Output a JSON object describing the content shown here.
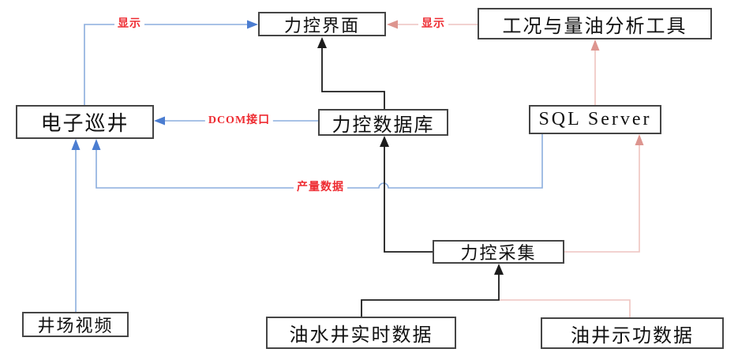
{
  "diagram": {
    "nodes": [
      {
        "id": "likong-jiemian",
        "label": "力控界面"
      },
      {
        "id": "gongkuang-tool",
        "label": "工况与量油分析工具"
      },
      {
        "id": "dianzi-xunjing",
        "label": "电子巡井"
      },
      {
        "id": "likong-shujuku",
        "label": "力控数据库"
      },
      {
        "id": "sql-server",
        "label": "SQL Server"
      },
      {
        "id": "likong-caiji",
        "label": "力控采集"
      },
      {
        "id": "jingchang-shipin",
        "label": "井场视频"
      },
      {
        "id": "youshuijing-shishi",
        "label": "油水井实时数据"
      },
      {
        "id": "youjing-shigong",
        "label": "油井示功数据"
      }
    ],
    "edge_labels": [
      {
        "id": "xianshi-left",
        "text": "显示"
      },
      {
        "id": "xianshi-right",
        "text": "显示"
      },
      {
        "id": "dcom",
        "text": "DCOM接口"
      },
      {
        "id": "chanliang",
        "text": "产量数据"
      }
    ],
    "edges": [
      {
        "from": "电子巡井",
        "to": "力控界面",
        "label": "显示",
        "color": "blue"
      },
      {
        "from": "工况与量油分析工具",
        "to": "力控界面",
        "label": "显示",
        "color": "pink"
      },
      {
        "from": "力控数据库",
        "to": "力控界面",
        "label": "",
        "color": "black"
      },
      {
        "from": "力控数据库",
        "to": "电子巡井",
        "label": "DCOM接口",
        "color": "blue"
      },
      {
        "from": "SQL Server",
        "to": "工况与量油分析工具",
        "label": "",
        "color": "pink"
      },
      {
        "from": "SQL Server",
        "to": "电子巡井",
        "label": "产量数据",
        "color": "blue"
      },
      {
        "from": "井场视频",
        "to": "电子巡井",
        "label": "",
        "color": "blue"
      },
      {
        "from": "力控采集",
        "to": "力控数据库",
        "label": "",
        "color": "black"
      },
      {
        "from": "力控采集",
        "to": "SQL Server",
        "label": "",
        "color": "pink"
      },
      {
        "from": "油水井实时数据",
        "to": "力控采集",
        "label": "",
        "color": "black"
      },
      {
        "from": "油井示功数据",
        "to": "力控采集",
        "label": "",
        "color": "pink"
      }
    ]
  },
  "colors": {
    "blue_line": "#8badde",
    "blue_arrow": "#4b7dd1",
    "pink_line": "#eec4c0",
    "pink_arrow": "#dd958f",
    "black_line": "#1c1c1c",
    "border": "#454545",
    "red": "#ee2b31"
  }
}
